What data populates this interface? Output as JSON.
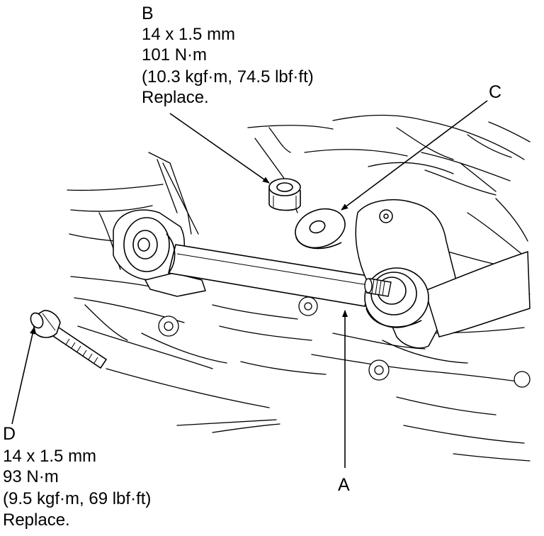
{
  "callouts": {
    "a": {
      "letter": "A"
    },
    "b": {
      "letter": "B",
      "size": "14 x 1.5 mm",
      "torque": "101 N·m",
      "torque_alt": "(10.3 kgf·m, 74.5 lbf·ft)",
      "note": "Replace."
    },
    "c": {
      "letter": "C"
    },
    "d": {
      "letter": "D",
      "size": "14 x 1.5 mm",
      "torque": "93 N·m",
      "torque_alt": "(9.5 kgf·m, 69 lbf·ft)",
      "note": "Replace."
    }
  },
  "colors": {
    "ink": "#000000",
    "paper": "#ffffff"
  }
}
